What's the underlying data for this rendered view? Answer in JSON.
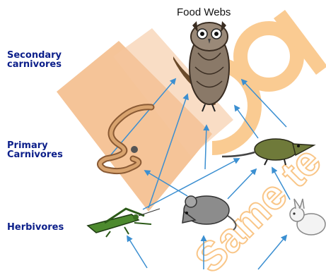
{
  "title": "Food Webs",
  "levels": {
    "secondary": [
      "Secondary",
      "carnivores"
    ],
    "primary": [
      "Primary",
      "Carnivores"
    ],
    "herbivores": [
      "Herbivores"
    ]
  },
  "organisms": {
    "owl": "owl",
    "snake": "snake",
    "shrew": "shrew",
    "grasshopper": "grasshopper",
    "mouse": "mouse",
    "rabbit": "rabbit"
  },
  "watermark": {
    "text": "Same te",
    "color": "#f6a13a"
  },
  "colors": {
    "arrow": "#3b8fd1",
    "label": "#0c1f8a",
    "snake_band": "#f2b57e"
  }
}
